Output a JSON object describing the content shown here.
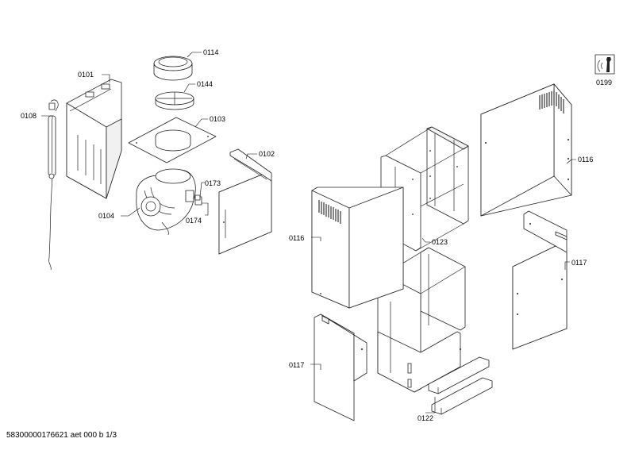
{
  "parts": [
    {
      "id": "p0101",
      "label": "0101"
    },
    {
      "id": "p0114",
      "label": "0114"
    },
    {
      "id": "p0144",
      "label": "0144"
    },
    {
      "id": "p0103",
      "label": "0103"
    },
    {
      "id": "p0108",
      "label": "0108"
    },
    {
      "id": "p0102",
      "label": "0102"
    },
    {
      "id": "p0173",
      "label": "0173"
    },
    {
      "id": "p0104",
      "label": "0104"
    },
    {
      "id": "p0174",
      "label": "0174"
    },
    {
      "id": "p0199",
      "label": "0199"
    },
    {
      "id": "p0116a",
      "label": "0116"
    },
    {
      "id": "p0116b",
      "label": "0116"
    },
    {
      "id": "p0123",
      "label": "0123"
    },
    {
      "id": "p0117a",
      "label": "0117"
    },
    {
      "id": "p0117b",
      "label": "0117"
    },
    {
      "id": "p0122",
      "label": "0122"
    }
  ],
  "footer": {
    "text": "58300000176621 aet 000 b 1/3"
  }
}
